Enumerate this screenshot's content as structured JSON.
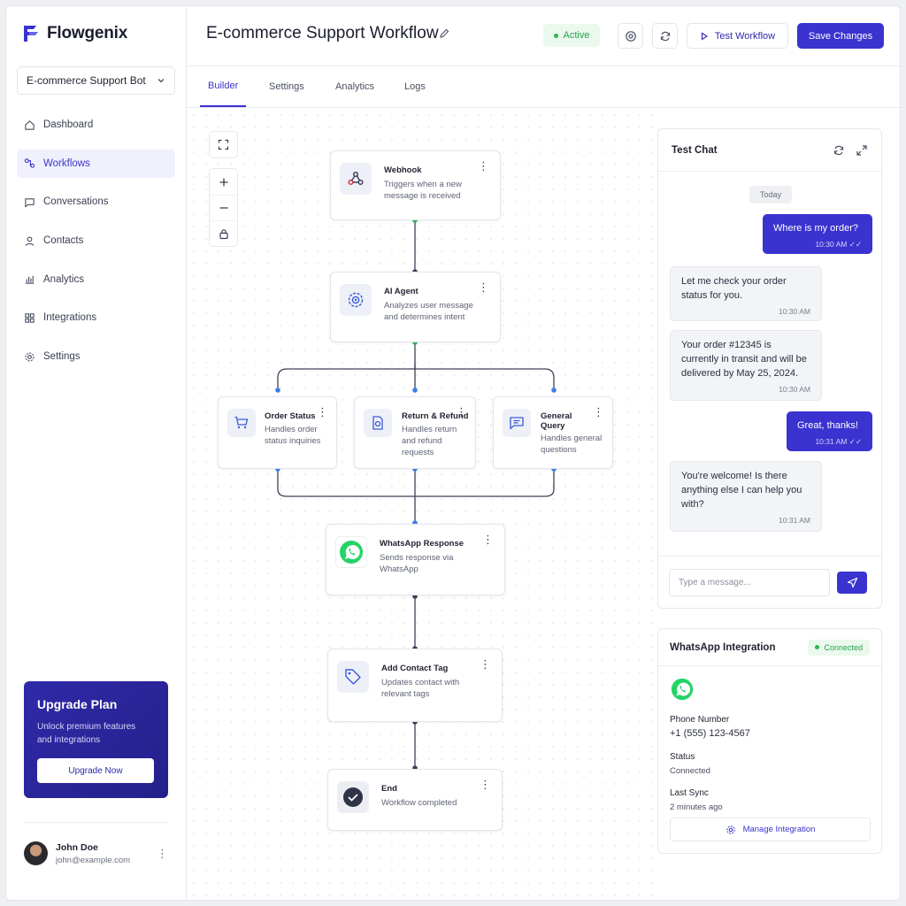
{
  "app": {
    "name": "Flowgenix",
    "bot_selector": "E-commerce Support Bot"
  },
  "sidebar": {
    "items": [
      {
        "label": "Dashboard",
        "icon": "home-icon"
      },
      {
        "label": "Workflows",
        "icon": "workflow-icon",
        "active": true
      },
      {
        "label": "Conversations",
        "icon": "chat-icon"
      },
      {
        "label": "Contacts",
        "icon": "user-icon"
      },
      {
        "label": "Analytics",
        "icon": "bar-chart-icon"
      },
      {
        "label": "Integrations",
        "icon": "grid-icon"
      },
      {
        "label": "Settings",
        "icon": "gear-icon"
      }
    ],
    "upgrade": {
      "title": "Upgrade Plan",
      "text": "Unlock premium features and integrations",
      "button": "Upgrade Now"
    },
    "user": {
      "name": "John Doe",
      "email": "john@example.com"
    }
  },
  "header": {
    "title": "E-commerce Support Workflow",
    "status": "Active",
    "test_button": "Test Workflow",
    "save_button": "Save Changes"
  },
  "tabs": [
    "Builder",
    "Settings",
    "Analytics",
    "Logs"
  ],
  "workflow": {
    "nodes": {
      "webhook": {
        "title": "Webhook",
        "desc": "Triggers when a new message is received"
      },
      "ai_agent": {
        "title": "AI Agent",
        "desc": "Analyzes user message and determines intent"
      },
      "order_status": {
        "title": "Order Status",
        "desc": "Handles order status inquiries"
      },
      "return_refund": {
        "title": "Return & Refund",
        "desc": "Handles return and refund requests"
      },
      "general_query": {
        "title": "General Query",
        "desc": "Handles general questions"
      },
      "whatsapp_response": {
        "title": "WhatsApp Response",
        "desc": "Sends response via WhatsApp"
      },
      "add_contact_tag": {
        "title": "Add Contact Tag",
        "desc": "Updates contact with relevant tags"
      },
      "end": {
        "title": "End",
        "desc": "Workflow completed"
      }
    }
  },
  "test_chat": {
    "title": "Test Chat",
    "date_divider": "Today",
    "messages": [
      {
        "dir": "out",
        "text": "Where is my order?",
        "time": "10:30 AM"
      },
      {
        "dir": "in",
        "text": "Let me check your order status for you.",
        "time": "10:30 AM"
      },
      {
        "dir": "in",
        "text": "Your order #12345 is currently in transit and will be delivered by May 25, 2024.",
        "time": "10:30 AM"
      },
      {
        "dir": "out",
        "text": "Great, thanks!",
        "time": "10:31 AM"
      },
      {
        "dir": "in",
        "text": "You're welcome! Is there anything else I can help you with?",
        "time": "10:31 AM"
      }
    ],
    "input_placeholder": "Type a message..."
  },
  "whatsapp": {
    "title": "WhatsApp Integration",
    "status_badge": "Connected",
    "phone_label": "Phone Number",
    "phone": "+1 (555) 123-4567",
    "status_label": "Status",
    "status": "Connected",
    "sync_label": "Last Sync",
    "sync": "2 minutes ago",
    "manage_button": "Manage Integration"
  },
  "colors": {
    "accent": "#3a33cf",
    "success": "#2fb552",
    "whatsapp": "#25d366"
  }
}
